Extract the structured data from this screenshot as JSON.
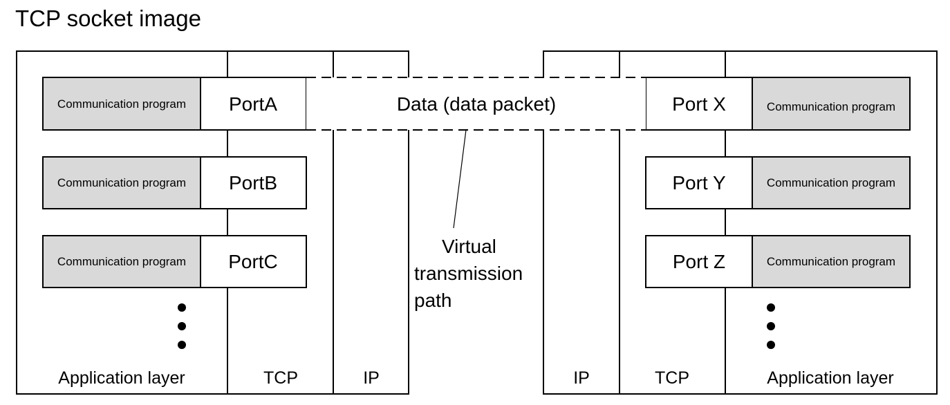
{
  "title": "TCP socket image",
  "left_host": {
    "layers": [
      "Application layer",
      "TCP",
      "IP"
    ],
    "rows": [
      {
        "program": "Communication program",
        "port": "PortA"
      },
      {
        "program": "Communication program",
        "port": "PortB"
      },
      {
        "program": "Communication program",
        "port": "PortC"
      }
    ]
  },
  "right_host": {
    "layers": [
      "IP",
      "TCP",
      "Application layer"
    ],
    "rows": [
      {
        "program": "Communication program",
        "port": "Port X"
      },
      {
        "program": "Communication program",
        "port": "Port Y"
      },
      {
        "program": "Communication program",
        "port": "Port Z"
      }
    ]
  },
  "data_packet": "Data (data packet)",
  "virtual_path": [
    "Virtual",
    "transmission",
    "path"
  ],
  "colors": {
    "program_fill": "#d9d9d9",
    "line": "#000000",
    "background": "#ffffff"
  }
}
